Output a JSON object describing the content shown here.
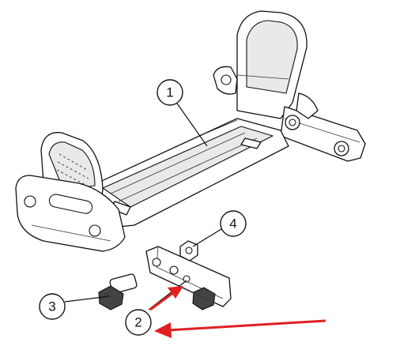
{
  "callouts": [
    {
      "id": "1",
      "label": "1"
    },
    {
      "id": "2",
      "label": "2"
    },
    {
      "id": "3",
      "label": "3"
    },
    {
      "id": "4",
      "label": "4"
    }
  ],
  "colors": {
    "line": "#111111",
    "arrow": "#e02020",
    "background": "#ffffff"
  }
}
